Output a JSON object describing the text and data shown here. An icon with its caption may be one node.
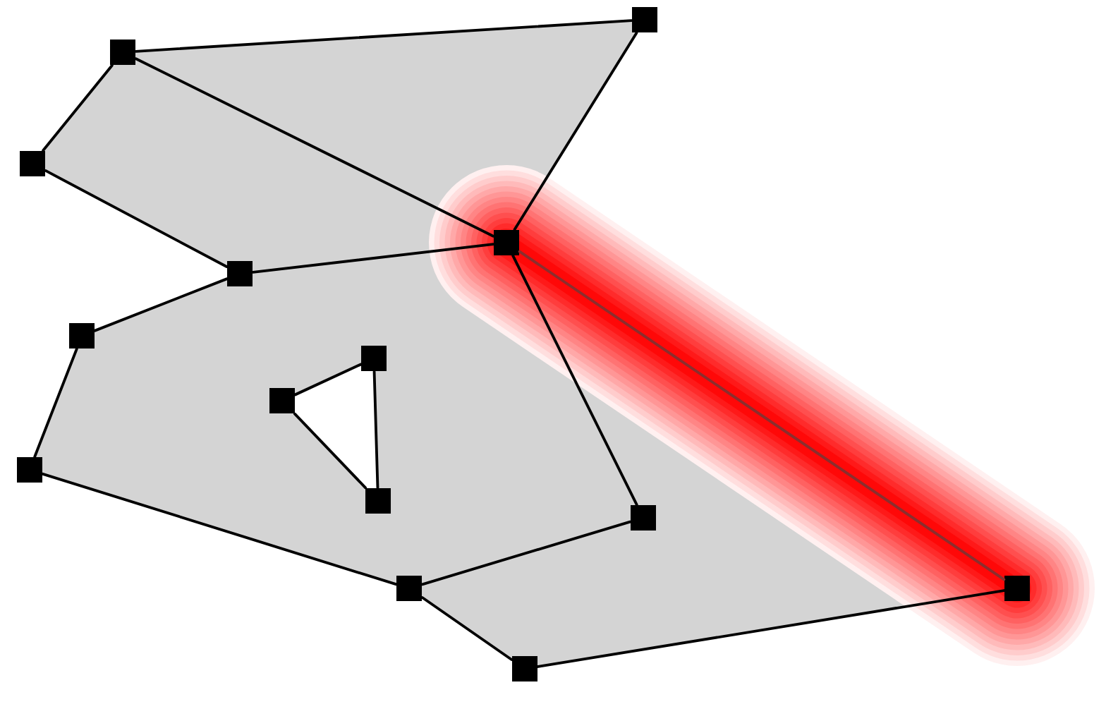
{
  "diagram": {
    "nodes": [
      {
        "text": [],
        "shape": "box"
      },
      {
        "text": [],
        "shape": "box"
      },
      {
        "text": [],
        "shape": "box"
      },
      {
        "text": [],
        "shape": "box"
      },
      {
        "text": [],
        "shape": "box"
      },
      {
        "text": [],
        "shape": "box"
      },
      {
        "text": [],
        "shape": "box"
      },
      {
        "text": [],
        "shape": "box"
      },
      {
        "text": [],
        "shape": "box"
      },
      {
        "text": [],
        "shape": "box"
      },
      {
        "text": [],
        "shape": "box"
      },
      {
        "text": [],
        "shape": "box"
      },
      {
        "text": [],
        "shape": "box"
      },
      {
        "text": [],
        "shape": "box"
      }
    ],
    "edges": [
      {
        "from": 0,
        "to": 1,
        "arrow": "none"
      },
      {
        "from": 1,
        "to": 3,
        "arrow": "none"
      },
      {
        "from": 0,
        "to": 3,
        "arrow": "none"
      },
      {
        "from": 0,
        "to": 2,
        "arrow": "none"
      },
      {
        "from": 2,
        "to": 4,
        "arrow": "none"
      },
      {
        "from": 4,
        "to": 3,
        "arrow": "none"
      },
      {
        "from": 4,
        "to": 5,
        "arrow": "none"
      },
      {
        "from": 5,
        "to": 8,
        "arrow": "none"
      },
      {
        "from": 8,
        "to": 11,
        "arrow": "none"
      },
      {
        "from": 11,
        "to": 10,
        "arrow": "none"
      },
      {
        "from": 10,
        "to": 3,
        "arrow": "none"
      },
      {
        "from": 3,
        "to": 12,
        "arrow": "none",
        "color": "#8b2e2e"
      },
      {
        "from": 12,
        "to": 13,
        "arrow": "none"
      },
      {
        "from": 13,
        "to": 11,
        "arrow": "none"
      },
      {
        "from": 7,
        "to": 6,
        "arrow": "none"
      },
      {
        "from": 6,
        "to": 9,
        "arrow": "none"
      },
      {
        "from": 9,
        "to": 7,
        "arrow": "none"
      }
    ]
  }
}
